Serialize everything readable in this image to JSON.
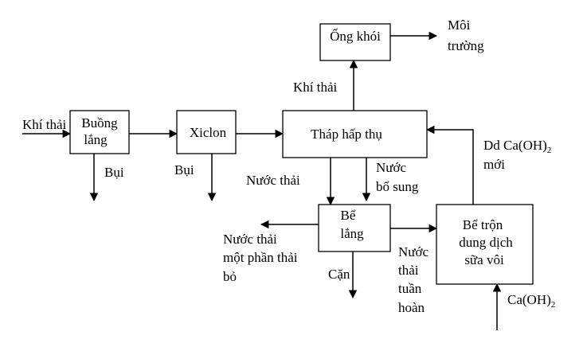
{
  "nodes": {
    "buong_lang": {
      "lines": [
        "Buồng",
        "lắng"
      ]
    },
    "xiclon": {
      "label": "Xiclon"
    },
    "thap_hap_thu": {
      "label": "Tháp hấp thụ"
    },
    "ong_khoi": {
      "label": "Ống khói"
    },
    "be_lang": {
      "lines": [
        "Bể",
        "lắng"
      ]
    },
    "be_tron": {
      "lines": [
        "Bể trộn",
        "dung dịch",
        "sữa vôi"
      ]
    }
  },
  "labels": {
    "khi_thai_in": "Khí thải",
    "bui_1": "Bụi",
    "bui_2": "Bụi",
    "khi_thai_up": "Khí thải",
    "moi_truong": [
      "Môi",
      "trường"
    ],
    "nuoc_thai": "Nước thải",
    "nuoc_bo_sung": [
      "Nước",
      "bổ sung"
    ],
    "dd_caoh2_moi": {
      "line1_main": "Dd Ca(OH)",
      "line1_sub": "2",
      "line2": "mới"
    },
    "nuoc_thai_bo": [
      "Nước thải",
      "một phần thải",
      "bỏ"
    ],
    "can": "Cặn",
    "nuoc_thai_tuan_hoan": [
      "Nước",
      "thải",
      "tuần",
      "hoàn"
    ],
    "caoh2": {
      "main": "Ca(OH)",
      "sub": "2"
    }
  }
}
